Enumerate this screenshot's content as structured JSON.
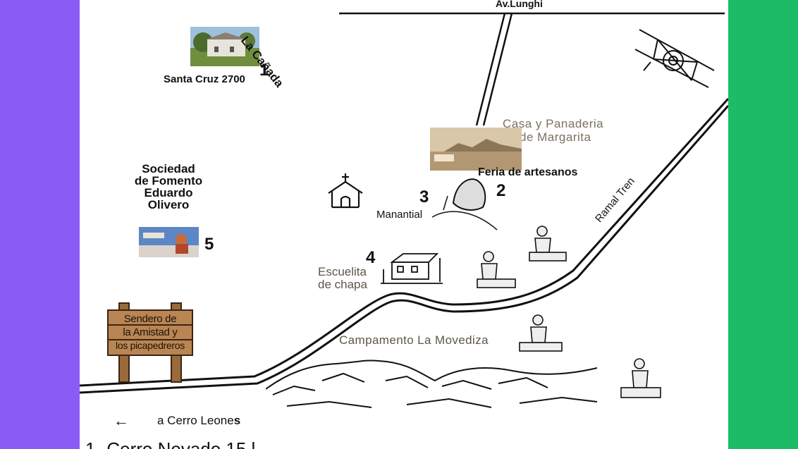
{
  "background": {
    "left_color": "#8a5cf6",
    "right_color": "#1dbb68",
    "map_color": "#ffffff"
  },
  "roads": {
    "top_avenue": "Av.Lunghi",
    "train_line": "Ramal Tren"
  },
  "places": {
    "canada": {
      "number": "1",
      "name": "La Cañada",
      "address": "Santa Cruz 2700"
    },
    "feria": {
      "number": "2",
      "name": "Feria de artesanos"
    },
    "manantial": {
      "number": "3",
      "name": "Manantial"
    },
    "escuelita": {
      "number": "4",
      "line1": "Escuelita",
      "line2": "de chapa"
    },
    "sociedad": {
      "number": "5",
      "lines": [
        "Sociedad",
        "de Fomento",
        "Eduardo",
        "Olivero"
      ]
    },
    "casa": {
      "line1": "Casa y Panaderia",
      "line2": "de Margarita"
    },
    "campamento": {
      "name": "Campamento La Movediza"
    }
  },
  "sign": {
    "lines": [
      "Sendero de",
      "la Amistad y",
      "los picapedreros"
    ]
  },
  "direction": {
    "arrow": "←",
    "label_prefix": "a Cerro Leone",
    "label_suffix": "s"
  },
  "footer_partial": "1- Cerro Nevado 15 l..."
}
